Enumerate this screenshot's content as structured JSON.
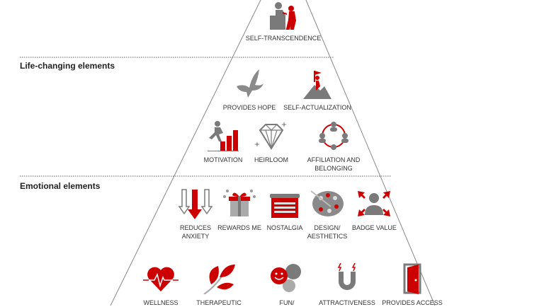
{
  "sections": {
    "life_changing": "Life-changing elements",
    "emotional": "Emotional elements"
  },
  "colors": {
    "accent": "#cc0000",
    "gray": "#7a7a7a",
    "light_gray": "#b5b5b5"
  },
  "tiers": {
    "social_impact": [
      {
        "label": "SELF-TRANSCENDENCE",
        "icon": "helping-hand-climb-icon"
      }
    ],
    "life_changing": [
      {
        "label": "PROVIDES HOPE",
        "icon": "dove-icon"
      },
      {
        "label": "SELF-ACTUALIZATION",
        "icon": "mountain-flag-icon"
      },
      {
        "label": "MOTIVATION",
        "icon": "runner-steps-icon"
      },
      {
        "label": "HEIRLOOM",
        "icon": "diamond-icon"
      },
      {
        "label": "AFFILIATION AND BELONGING",
        "icon": "people-circle-icon"
      }
    ],
    "emotional": [
      {
        "label": "REDUCES ANXIETY",
        "icon": "down-arrows-icon"
      },
      {
        "label": "REWARDS ME",
        "icon": "gift-icon"
      },
      {
        "label": "NOSTALGIA",
        "icon": "typewriter-icon"
      },
      {
        "label": "DESIGN/ AESTHETICS",
        "icon": "palette-icon"
      },
      {
        "label": "BADGE VALUE",
        "icon": "person-badge-icon"
      },
      {
        "label": "WELLNESS",
        "icon": "heart-pulse-icon"
      },
      {
        "label": "THERAPEUTIC",
        "icon": "leaves-icon"
      },
      {
        "label": "FUN/",
        "icon": "smiley-bubbles-icon"
      },
      {
        "label": "ATTRACTIVENESS",
        "icon": "magnet-icon"
      },
      {
        "label": "PROVIDES ACCESS",
        "icon": "open-door-icon"
      }
    ]
  }
}
